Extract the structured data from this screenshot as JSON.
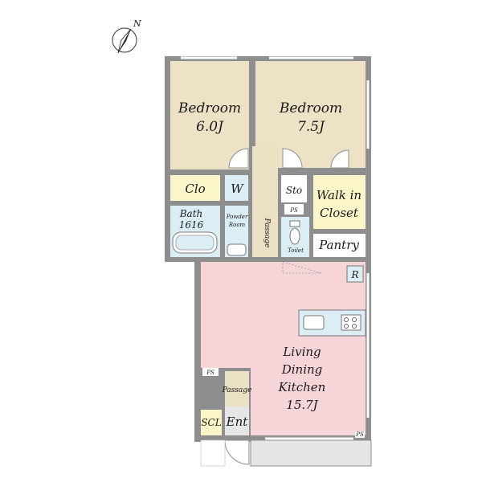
{
  "compass": {
    "north_label": "N"
  },
  "colors": {
    "wall": "#8e8e8e",
    "bedroom": "#ede2c6",
    "yellow_room": "#fbf6c9",
    "blue_room": "#dceef5",
    "passage": "#eae0c4",
    "ldk": "#f6d5d9",
    "grey_floor": "#e6e6e6"
  },
  "rooms": {
    "bedroom1": {
      "name": "Bedroom",
      "size": "6.0J"
    },
    "bedroom2": {
      "name": "Bedroom",
      "size": "7.5J"
    },
    "closet": {
      "name": "Clo"
    },
    "washer": {
      "name": "W"
    },
    "storage": {
      "name": "Sto"
    },
    "walk_in": {
      "line1": "Walk in",
      "line2": "Closet"
    },
    "bath": {
      "name": "Bath",
      "size": "1616"
    },
    "powder": {
      "line1": "Powder",
      "line2": "Room"
    },
    "passage_upper": {
      "name": "Passage"
    },
    "ps": {
      "name": "PS"
    },
    "toilet": {
      "name": "Toilet"
    },
    "pantry": {
      "name": "Pantry"
    },
    "fridge": {
      "name": "R"
    },
    "ldk": {
      "line1": "Living",
      "line2": "Dining",
      "line3": "Kitchen",
      "size": "15.7J"
    },
    "passage_lower": {
      "name": "Passage"
    },
    "ps_lower": {
      "name": "PS"
    },
    "ps_right": {
      "name": "PS"
    },
    "scl": {
      "name": "SCL"
    },
    "entrance": {
      "name": "Ent"
    }
  }
}
